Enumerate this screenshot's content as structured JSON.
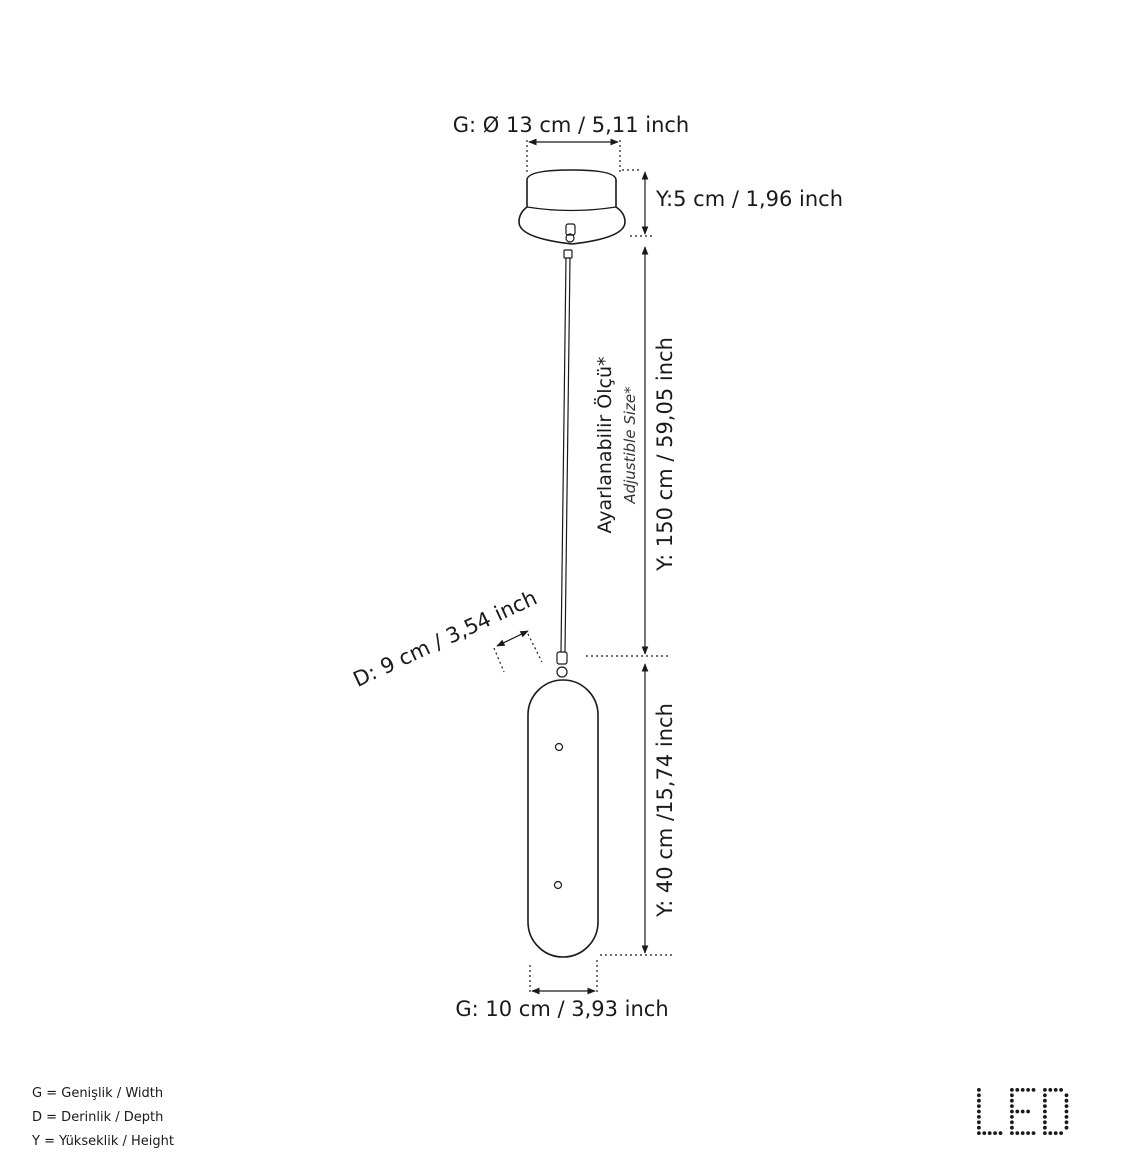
{
  "dimensions": {
    "top_width": "G: Ø 13 cm / 5,11 inch",
    "canopy_height": "Y:5 cm / 1,96 inch",
    "cable_length": "Y: 150 cm / 59,05 inch",
    "adjustable_label": "Ayarlanabilir Ölçü*",
    "adjustable_sub": "Adjustible Size*",
    "depth": "D: 9 cm / 3,54 inch",
    "body_height": "Y: 40 cm /15,74 inch",
    "bottom_width": "G: 10 cm / 3,93 inch"
  },
  "legend": [
    {
      "key": "G",
      "text": "= Genişlik / Width"
    },
    {
      "key": "D",
      "text": "= Derinlik / Depth"
    },
    {
      "key": "Y",
      "text": "= Yükseklik / Height"
    }
  ],
  "logo_text": "LED"
}
